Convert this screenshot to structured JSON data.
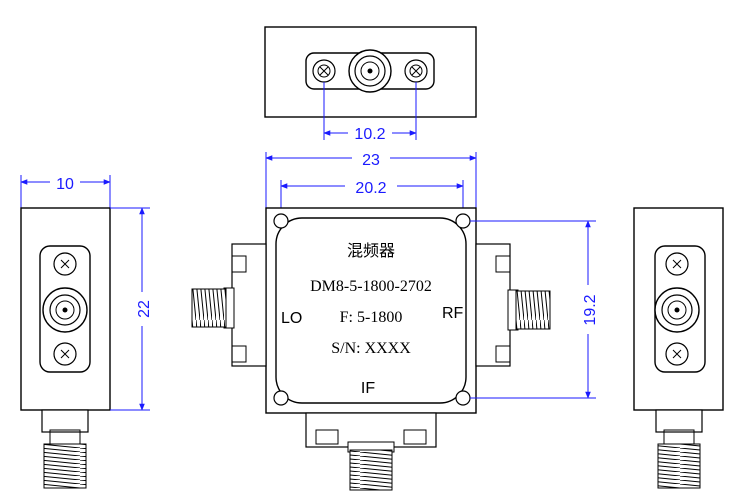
{
  "dimensions": {
    "top_spacing": "10.2",
    "overall_width": "23",
    "hole_spacing": "20.2",
    "side_width": "10",
    "side_height": "22",
    "hole_vertical": "19.2"
  },
  "device": {
    "name_cn": "混频器",
    "model": "DM8-5-1800-2702",
    "freq": "F: 5-1800",
    "serial": "S/N: XXXX"
  },
  "ports": {
    "lo": "LO",
    "rf": "RF",
    "if": "IF"
  }
}
